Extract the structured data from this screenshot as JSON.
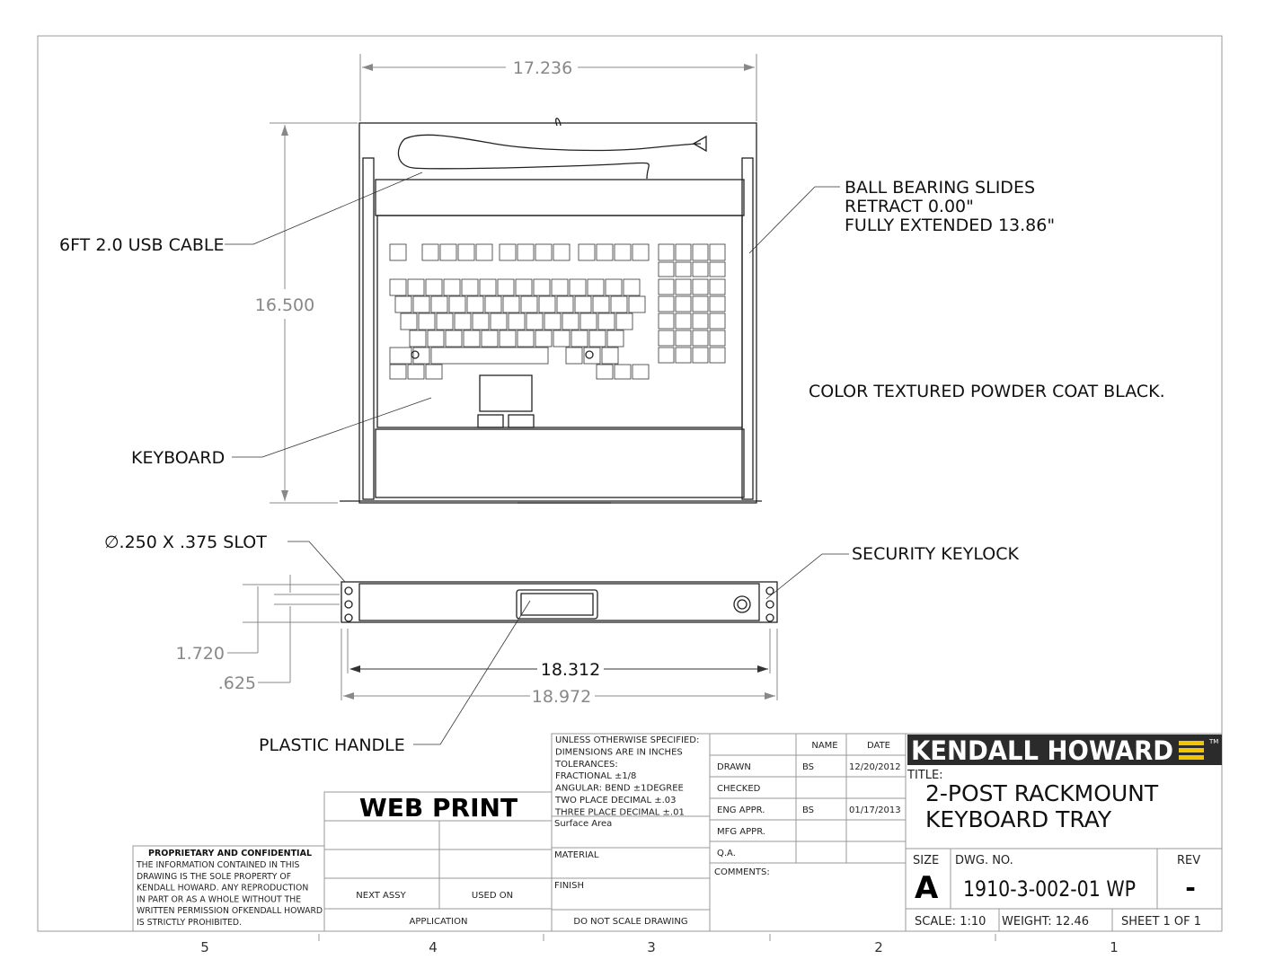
{
  "dimensions": {
    "width": "17.236",
    "height": "16.500",
    "slot": "∅.250  X  .375  SLOT",
    "h1": "1.720",
    "h2": ".625",
    "w1": "18.312",
    "w2": "18.972"
  },
  "callouts": {
    "cable": "6FT 2.0 USB CABLE",
    "keyboard": "KEYBOARD",
    "slides": [
      "BALL BEARING SLIDES",
      "RETRACT 0.00\"",
      "FULLY EXTENDED 13.86\""
    ],
    "color": "COLOR TEXTURED POWDER COAT BLACK.",
    "keylock": "SECURITY KEYLOCK",
    "handle": "PLASTIC HANDLE"
  },
  "zones": [
    "5",
    "4",
    "3",
    "2",
    "1"
  ],
  "title_block": {
    "web_print": "WEB PRINT",
    "proprietary_title": "PROPRIETARY AND CONFIDENTIAL",
    "proprietary_lines": [
      "THE INFORMATION CONTAINED IN THIS",
      "DRAWING IS THE SOLE PROPERTY OF",
      "KENDALL HOWARD.  ANY REPRODUCTION",
      "IN PART OR AS A WHOLE WITHOUT THE",
      "WRITTEN PERMISSION OFKENDALL HOWARD",
      "IS STRICTLY PROHIBITED."
    ],
    "next_assy": "NEXT ASSY",
    "used_on": "USED ON",
    "application": "APPLICATION",
    "tolerances": [
      "UNLESS OTHERWISE SPECIFIED:",
      " DIMENSIONS ARE IN INCHES",
      " TOLERANCES:",
      " FRACTIONAL ±1/8",
      " ANGULAR: BEND ±1DEGREE",
      " TWO PLACE DECIMAL  ±.03",
      " THREE PLACE DECIMAL ±.01"
    ],
    "surface_area": "Surface Area",
    "material": "MATERIAL",
    "finish": "FINISH",
    "do_not_scale": "DO NOT SCALE DRAWING",
    "name_header": "NAME",
    "date_header": "DATE",
    "rows": [
      {
        "label": "DRAWN",
        "name": "BS",
        "date": "12/20/2012"
      },
      {
        "label": "CHECKED",
        "name": "",
        "date": ""
      },
      {
        "label": "ENG APPR.",
        "name": "BS",
        "date": "01/17/2013"
      },
      {
        "label": "MFG APPR.",
        "name": "",
        "date": ""
      },
      {
        "label": "Q.A.",
        "name": "",
        "date": ""
      }
    ],
    "comments": "COMMENTS:",
    "company": "KENDALL HOWARD",
    "tm": "TM",
    "title_label": "TITLE:",
    "title_lines": [
      "2-POST RACKMOUNT",
      "KEYBOARD TRAY"
    ],
    "size_label": "SIZE",
    "size": "A",
    "dwg_label": "DWG.  NO.",
    "dwg_no": "1910-3-002-01 WP",
    "rev_label": "REV",
    "rev": "-",
    "scale": "SCALE: 1:10",
    "weight": "WEIGHT: 12.46",
    "sheet": "SHEET 1 OF 1"
  },
  "colors": {
    "logo_bg": "#2b2b2b",
    "logo_accent": "#f2c500"
  }
}
